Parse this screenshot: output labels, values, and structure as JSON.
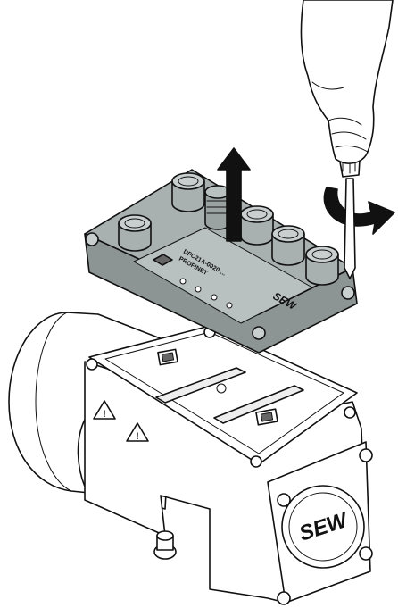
{
  "illustration": {
    "module": {
      "nameplate_line1": "DFC21A-0020-...",
      "nameplate_line2": "PROFINET",
      "brand": "SEW",
      "fill_color": "#a9b0b0",
      "dark_color": "#8c9494"
    },
    "drive": {
      "brand": "SEW"
    },
    "icons": {
      "warning": "warning-triangle-icon",
      "remove_arrow": "arrow-up-icon",
      "rotate_arrow": "curved-arrow-icon"
    }
  }
}
